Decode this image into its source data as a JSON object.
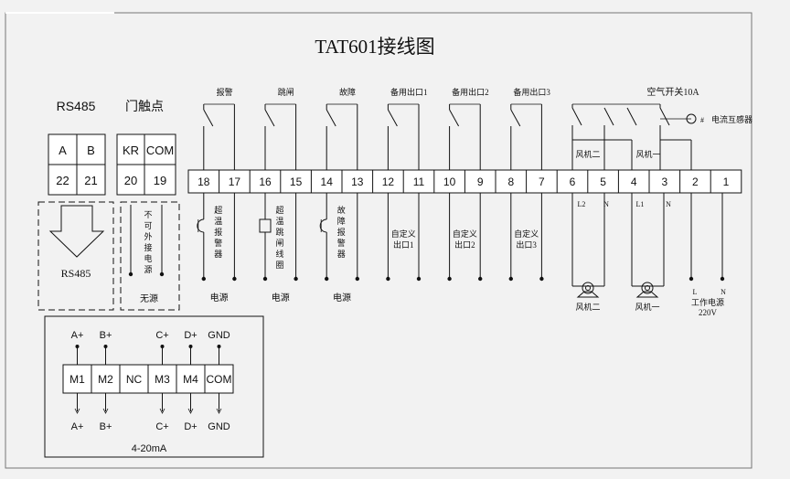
{
  "title": "TAT601接线图",
  "rs485": {
    "heading": "RS485",
    "cols": [
      "A",
      "B"
    ],
    "nums": [
      "22",
      "21"
    ],
    "arrow_label": "RS485"
  },
  "door": {
    "heading": "门触点",
    "cols": [
      "KR",
      "COM"
    ],
    "nums": [
      "20",
      "19"
    ],
    "note_chars": [
      "不",
      "可",
      "外",
      "接",
      "电",
      "源"
    ],
    "passive": "无源"
  },
  "terminals": [
    "18",
    "17",
    "16",
    "15",
    "14",
    "13",
    "12",
    "11",
    "10",
    "9",
    "8",
    "7",
    "6",
    "5",
    "4",
    "3",
    "2",
    "1"
  ],
  "relays": [
    {
      "label": "报警",
      "desc": [
        "超",
        "温",
        "报",
        "警",
        "器"
      ],
      "power": "电源"
    },
    {
      "label": "跳闸",
      "desc": [
        "超",
        "温",
        "跳",
        "闸",
        "线",
        "圈"
      ],
      "power": "电源"
    },
    {
      "label": "故障",
      "desc": [
        "故",
        "障",
        "报",
        "警",
        "器"
      ],
      "power": "电源"
    },
    {
      "label": "备用出口1",
      "custom": [
        "自定义",
        "出口1"
      ]
    },
    {
      "label": "备用出口2",
      "custom": [
        "自定义",
        "出口2"
      ]
    },
    {
      "label": "备用出口3",
      "custom": [
        "自定义",
        "出口3"
      ]
    }
  ],
  "air_switch": "空气开关10A",
  "ct": "电流互感器",
  "fan2": {
    "name": "风机二",
    "l": "L2",
    "n": "N"
  },
  "fan1": {
    "name": "风机一",
    "l": "L1",
    "n": "N"
  },
  "power": {
    "l": "L",
    "n": "N",
    "label": "工作电源",
    "voltage": "220V"
  },
  "analog": {
    "top": [
      "A+",
      "B+",
      "C+",
      "D+",
      "GND"
    ],
    "boxes": [
      "M1",
      "M2",
      "NC",
      "M3",
      "M4",
      "COM"
    ],
    "bottom": [
      "A+",
      "B+",
      "C+",
      "D+",
      "GND"
    ],
    "caption": "4-20mA"
  },
  "colors": {
    "line": "#111111",
    "background": "#f2f2f2",
    "cell": "#ffffff"
  }
}
